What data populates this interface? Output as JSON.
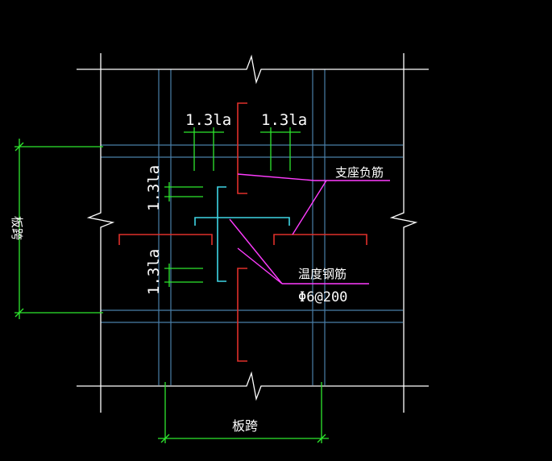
{
  "drawing": {
    "background_color": "#000000",
    "colors": {
      "slab_edge": "#ffffff",
      "beam_lines": "#4a7fa8",
      "support_rebar": "#e0302a",
      "temperature_rebar": "#3fd6e6",
      "leader": "#ff3cff",
      "dimension": "#2ee82e"
    },
    "labels": {
      "anchor_top_left": "1.3la",
      "anchor_top_right": "1.3la",
      "anchor_left_upper": "1.3la",
      "anchor_left_lower": "1.3la",
      "support_negative_rebar": "支座负筋",
      "temperature_rebar": "温度钢筋",
      "temperature_rebar_spec": "Φ6@200",
      "span_vertical": "板跨",
      "span_horizontal": "板跨"
    }
  }
}
